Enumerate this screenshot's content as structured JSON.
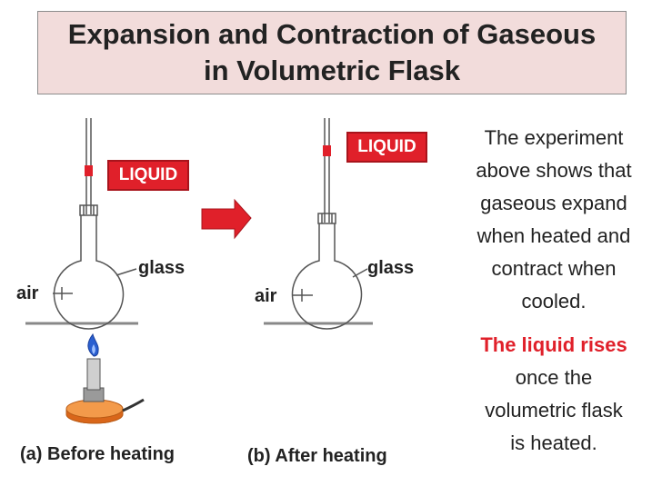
{
  "title": {
    "line1": "Expansion and Contraction of Gaseous",
    "line2": "in Volumetric Flask"
  },
  "flask_a": {
    "liquid_label": "LIQUID",
    "glass_label": "glass",
    "air_label": "air",
    "caption": "(a) Before heating"
  },
  "flask_b": {
    "liquid_label": "LIQUID",
    "glass_label": "glass",
    "air_label": "air",
    "caption": "(b) After heating"
  },
  "explanation": {
    "lines": [
      "The experiment",
      "above shows that",
      "gaseous expand",
      "when heated and",
      "contract when",
      "cooled."
    ],
    "highlight": "The liquid rises",
    "rest_lines": [
      "once the",
      "volumetric flask",
      "is heated."
    ]
  },
  "colors": {
    "liquid": "#e0202a",
    "title_bg": "#f2dcdb",
    "arrow": "#e0202a",
    "burner_base": "#e8781e",
    "flame": "#2a5fd0"
  }
}
